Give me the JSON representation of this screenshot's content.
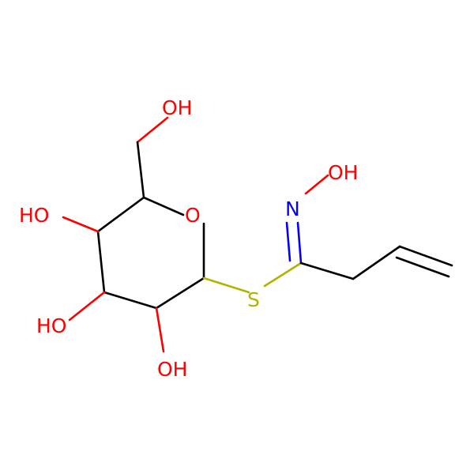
{
  "colors": {
    "carbon": "#000000",
    "oxygen": "#ff0000",
    "nitrogen": "#0000ff",
    "sulfur": "#b2b200",
    "background": "#ffffff"
  },
  "molecule": {
    "atoms": {
      "o_hydroxymethyl": "OH",
      "o_ring": "O",
      "o_c4": "HO",
      "o_c3": "HO",
      "o_c2": "OH",
      "s": "S",
      "n": "N",
      "o_oxime": "OH"
    }
  }
}
